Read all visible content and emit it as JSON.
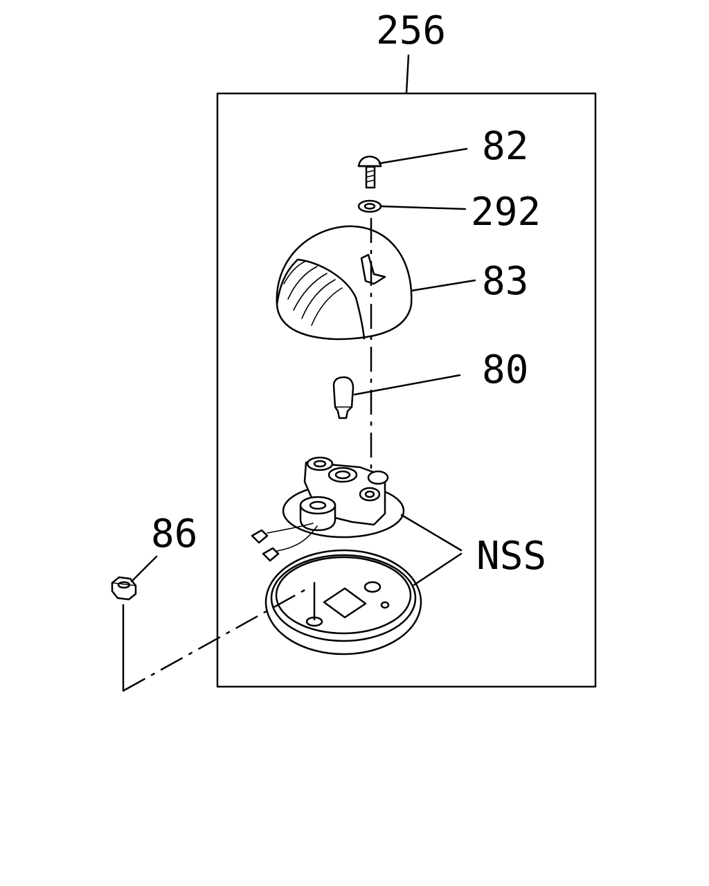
{
  "callouts": {
    "assembly": "256",
    "screw": "82",
    "washer": "292",
    "lens": "83",
    "bulb": "80",
    "nut": "86",
    "not_serviced": "NSS"
  },
  "colors": {
    "line": "#000000",
    "background": "#ffffff"
  }
}
